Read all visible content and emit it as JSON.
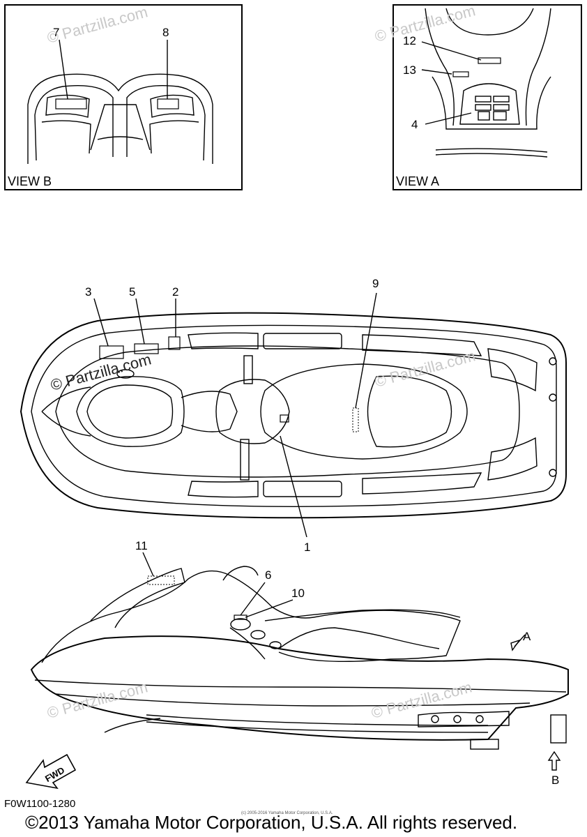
{
  "views": {
    "view_b": "VIEW B",
    "view_a": "VIEW A"
  },
  "callouts": {
    "c1": "1",
    "c2": "2",
    "c3": "3",
    "c4": "4",
    "c5": "5",
    "c6": "6",
    "c7": "7",
    "c8": "8",
    "c9": "9",
    "c10": "10",
    "c11": "11",
    "c12": "12",
    "c13": "13"
  },
  "arrows": {
    "a": "A",
    "b": "B",
    "fwd": "FWD"
  },
  "watermark": {
    "text": "© Partzilla.com",
    "small": "(c) 2005-2016 Yamaha Motor Corporation, U.S.A."
  },
  "footer": {
    "part_code": "F0W1100-1280",
    "copyright": "©2013 Yamaha Motor Corporation, U.S.A. All rights reserved."
  }
}
